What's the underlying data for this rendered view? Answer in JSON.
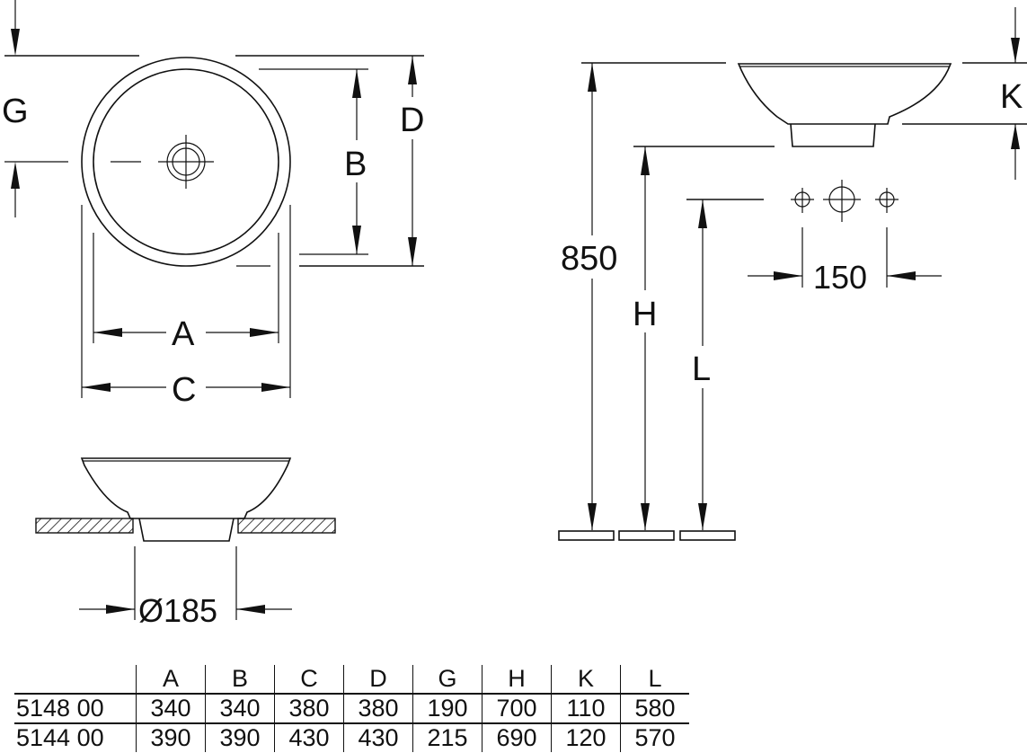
{
  "drawing": {
    "top_view_labels": {
      "G": "G",
      "B": "B",
      "D": "D",
      "A": "A",
      "C": "C"
    },
    "side_view_labels": {
      "K": "K",
      "H": "H",
      "L": "L",
      "height_850": "850",
      "tap_spacing_150": "150"
    },
    "section_view_labels": {
      "drain_diameter": "Ø185"
    }
  },
  "table": {
    "columns": [
      "A",
      "B",
      "C",
      "D",
      "G",
      "H",
      "K",
      "L"
    ],
    "rows": [
      {
        "model": "5148 00",
        "values": [
          "340",
          "340",
          "380",
          "380",
          "190",
          "700",
          "110",
          "580"
        ]
      },
      {
        "model": "5144 00",
        "values": [
          "390",
          "390",
          "430",
          "430",
          "215",
          "690",
          "120",
          "570"
        ]
      }
    ]
  }
}
